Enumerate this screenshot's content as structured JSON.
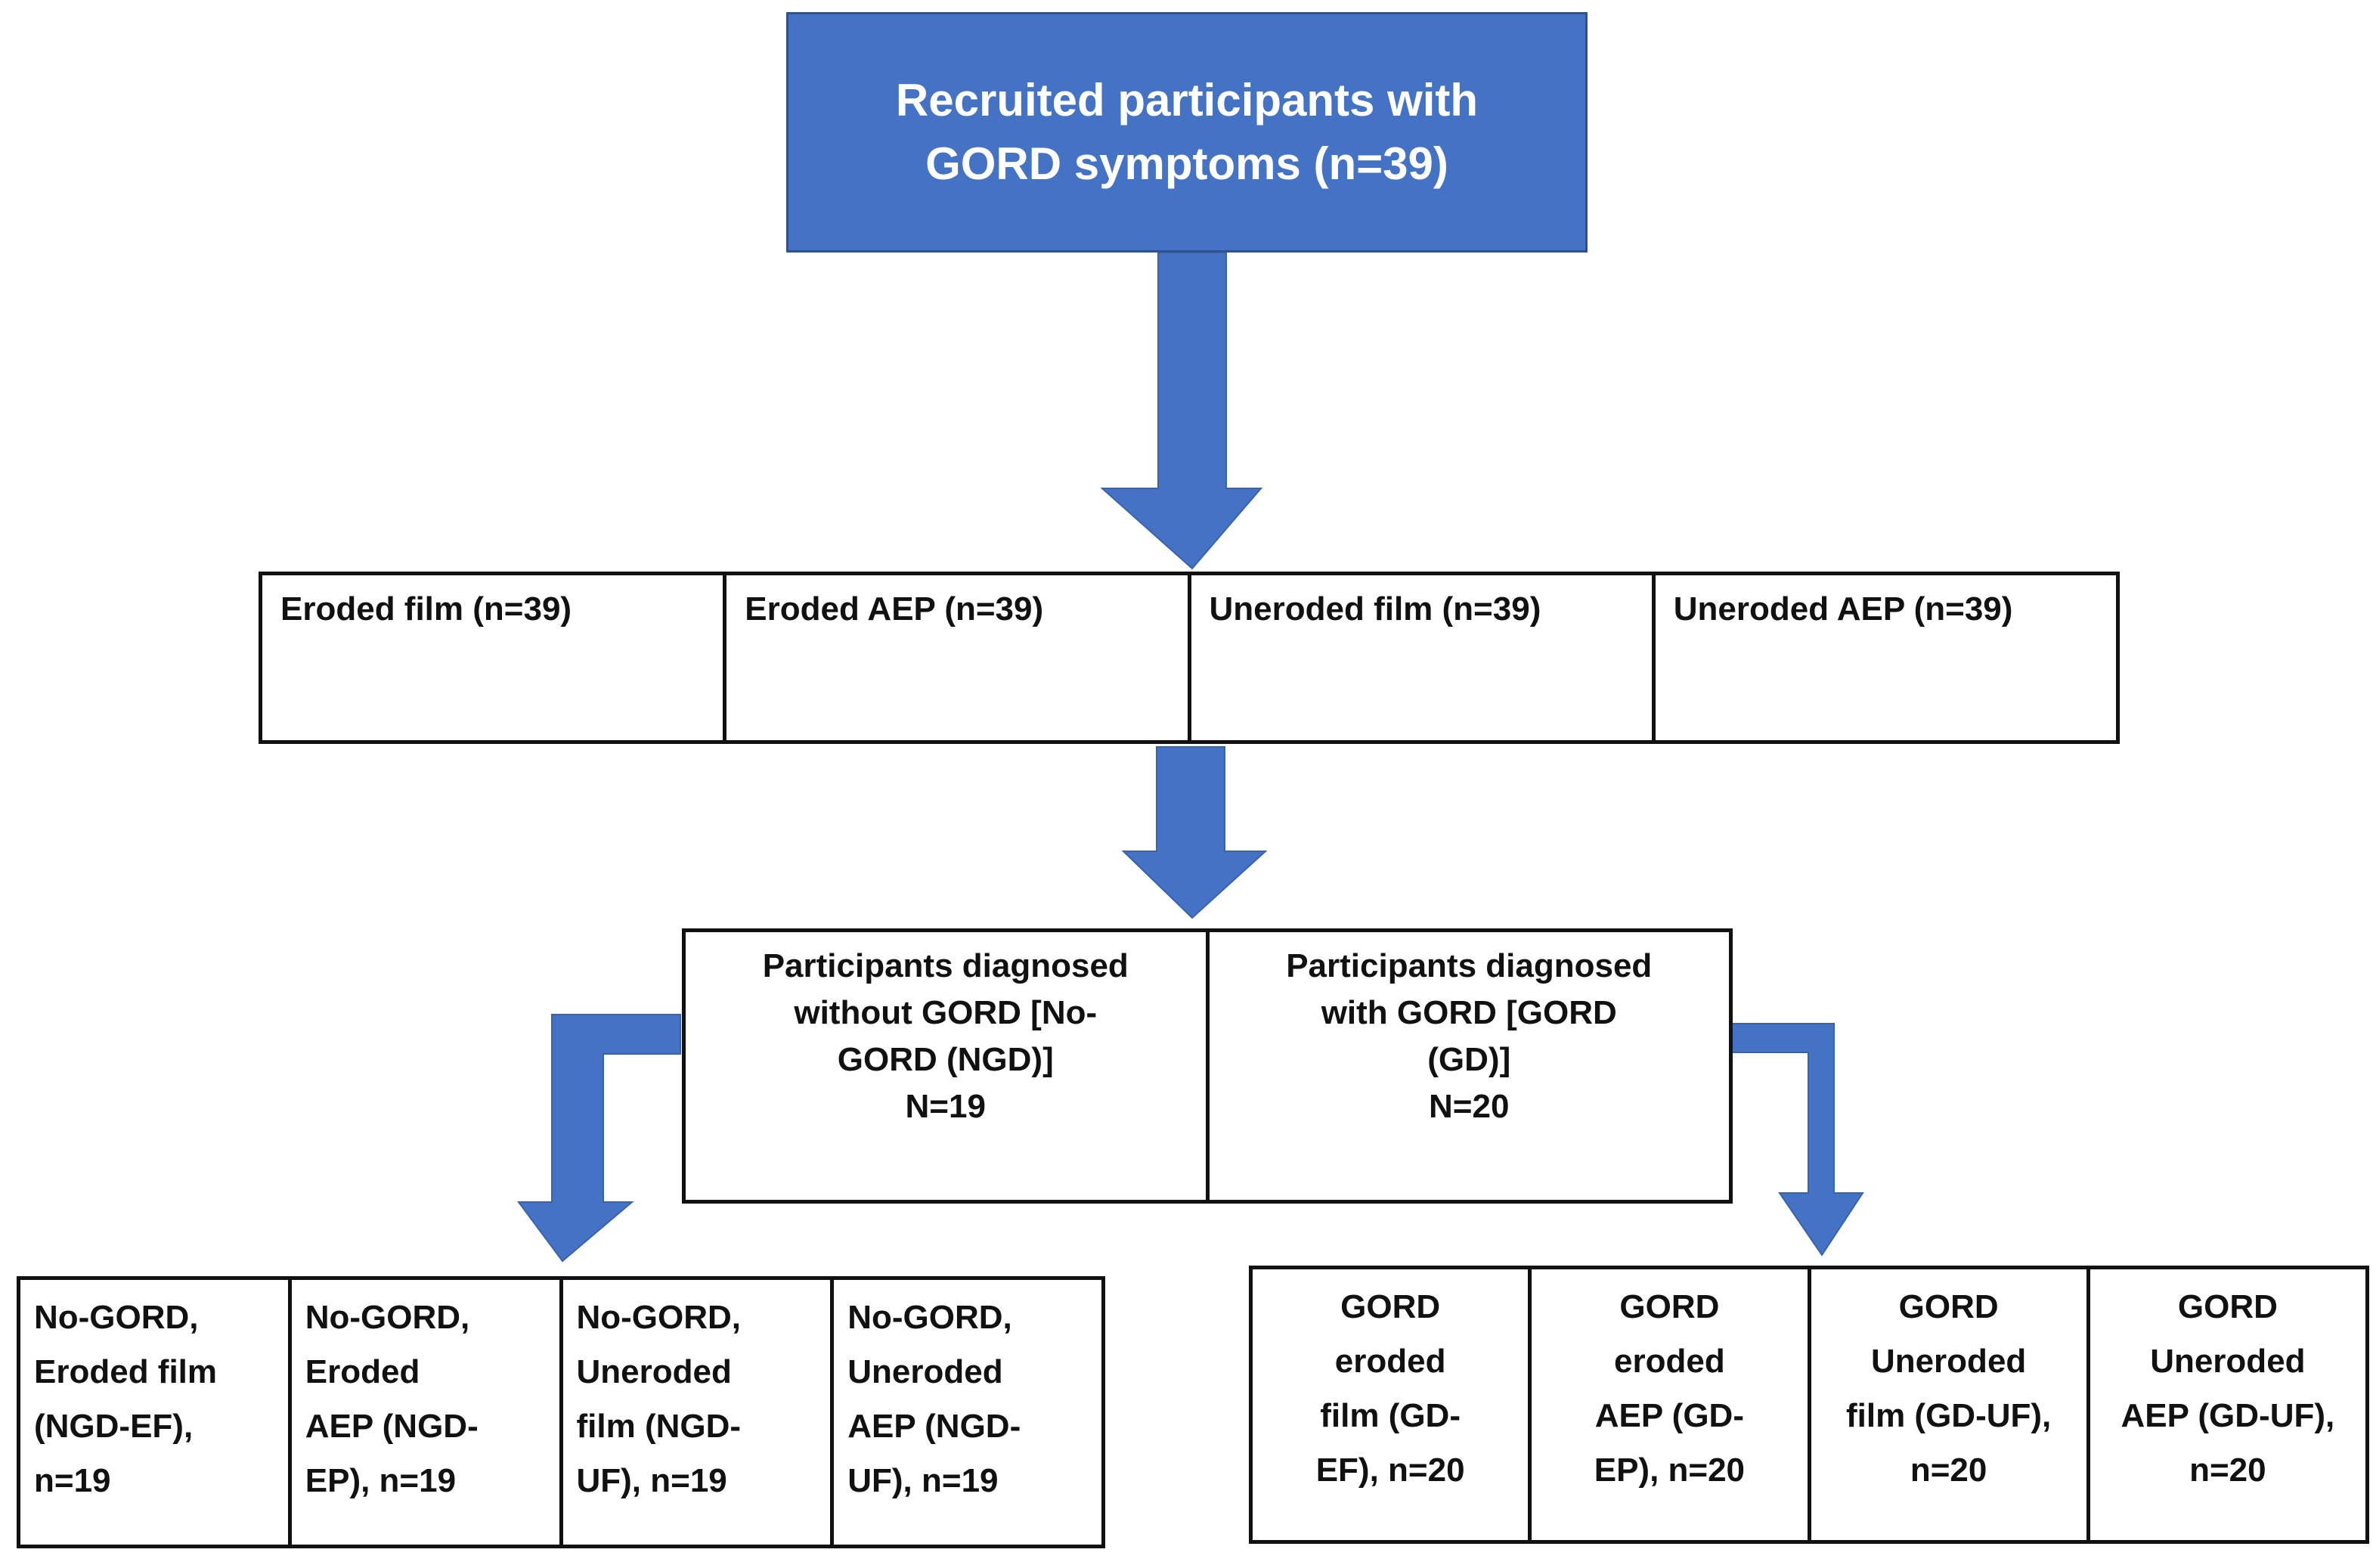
{
  "top": {
    "lines": [
      "Recruited participants with",
      "GORD symptoms (n=39)"
    ],
    "fill_color": "#4472c4"
  },
  "arrow_color": "#4472c4",
  "samples": [
    "Eroded film (n=39)",
    "Eroded AEP (n=39)",
    "Uneroded film (n=39)",
    "Uneroded AEP (n=39)"
  ],
  "diagnosis": [
    {
      "lines": [
        "Participants diagnosed",
        "without GORD [No-",
        "GORD (NGD)]",
        "N=19"
      ]
    },
    {
      "lines": [
        "Participants diagnosed",
        "with GORD [GORD",
        "(GD)]",
        "N=20"
      ]
    }
  ],
  "no_gord_groups": [
    {
      "lines": [
        "No-GORD,",
        "Eroded film",
        "(NGD-EF),",
        "n=19"
      ]
    },
    {
      "lines": [
        "No-GORD,",
        "Eroded",
        "AEP (NGD-",
        "EP), n=19"
      ]
    },
    {
      "lines": [
        "No-GORD,",
        "Uneroded",
        "film (NGD-",
        "UF), n=19"
      ]
    },
    {
      "lines": [
        "No-GORD,",
        "Uneroded",
        "AEP (NGD-",
        "UF), n=19"
      ]
    }
  ],
  "gord_groups": [
    {
      "lines": [
        "GORD",
        "eroded",
        "film (GD-",
        "EF), n=20"
      ]
    },
    {
      "lines": [
        "GORD",
        "eroded",
        "AEP (GD-",
        "EP), n=20"
      ]
    },
    {
      "lines": [
        "GORD",
        "Uneroded",
        "film (GD-UF),",
        "n=20"
      ]
    },
    {
      "lines": [
        "GORD",
        "Uneroded",
        "AEP (GD-UF),",
        "n=20"
      ]
    }
  ]
}
